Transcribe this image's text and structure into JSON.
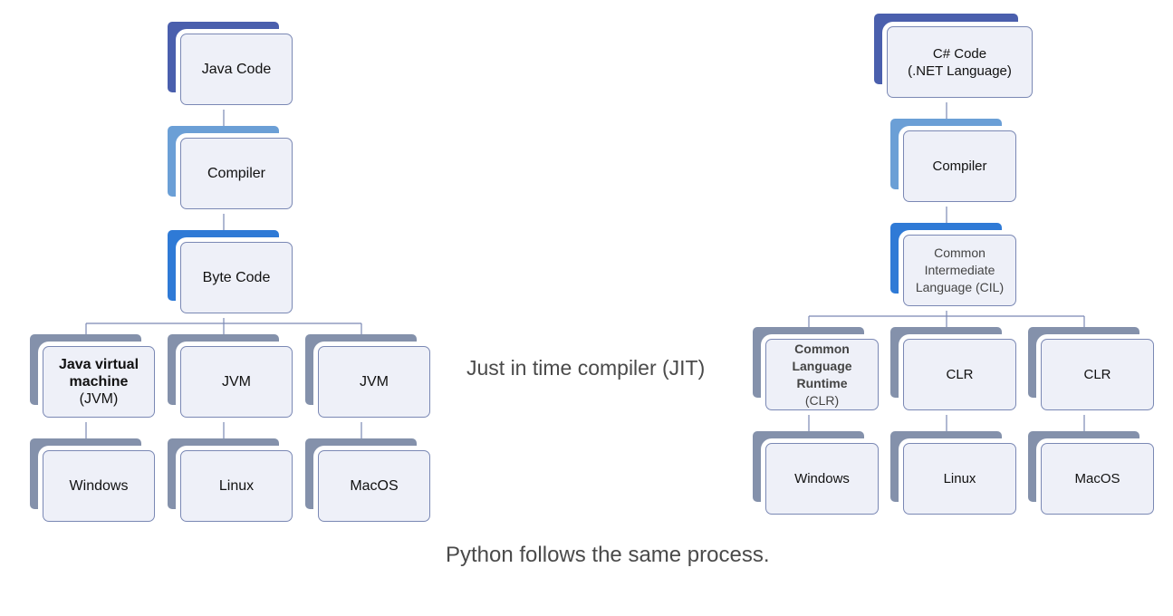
{
  "colors": {
    "back_dark_blue": "#4a5fad",
    "back_light_blue": "#6b9fd6",
    "back_bright_blue": "#2f7ad6",
    "back_slate": "#8491ab",
    "front_fill": "#eef0f8",
    "front_border": "#7a88b4",
    "connector": "#7a88b4"
  },
  "java_chart": {
    "source": "Java Code",
    "compiler": "Compiler",
    "bytecode": "Byte Code",
    "vm_windows": {
      "bold": "Java virtual machine",
      "normal": "(JVM)"
    },
    "vm_linux": "JVM",
    "vm_macos": "JVM",
    "os_windows": "Windows",
    "os_linux": "Linux",
    "os_macos": "MacOS"
  },
  "dotnet_chart": {
    "source": "C# Code\n(.NET Language)",
    "compiler": "Compiler",
    "intermediate": "Common\nIntermediate\nLanguage (CIL)",
    "rt_windows": {
      "bold": "Common Language Runtime",
      "normal": "(CLR)"
    },
    "rt_linux": "CLR",
    "rt_macos": "CLR",
    "os_windows": "Windows",
    "os_linux": "Linux",
    "os_macos": "MacOS"
  },
  "captions": {
    "jit": "Just in time compiler (JIT)",
    "python": "Python follows the same process."
  }
}
